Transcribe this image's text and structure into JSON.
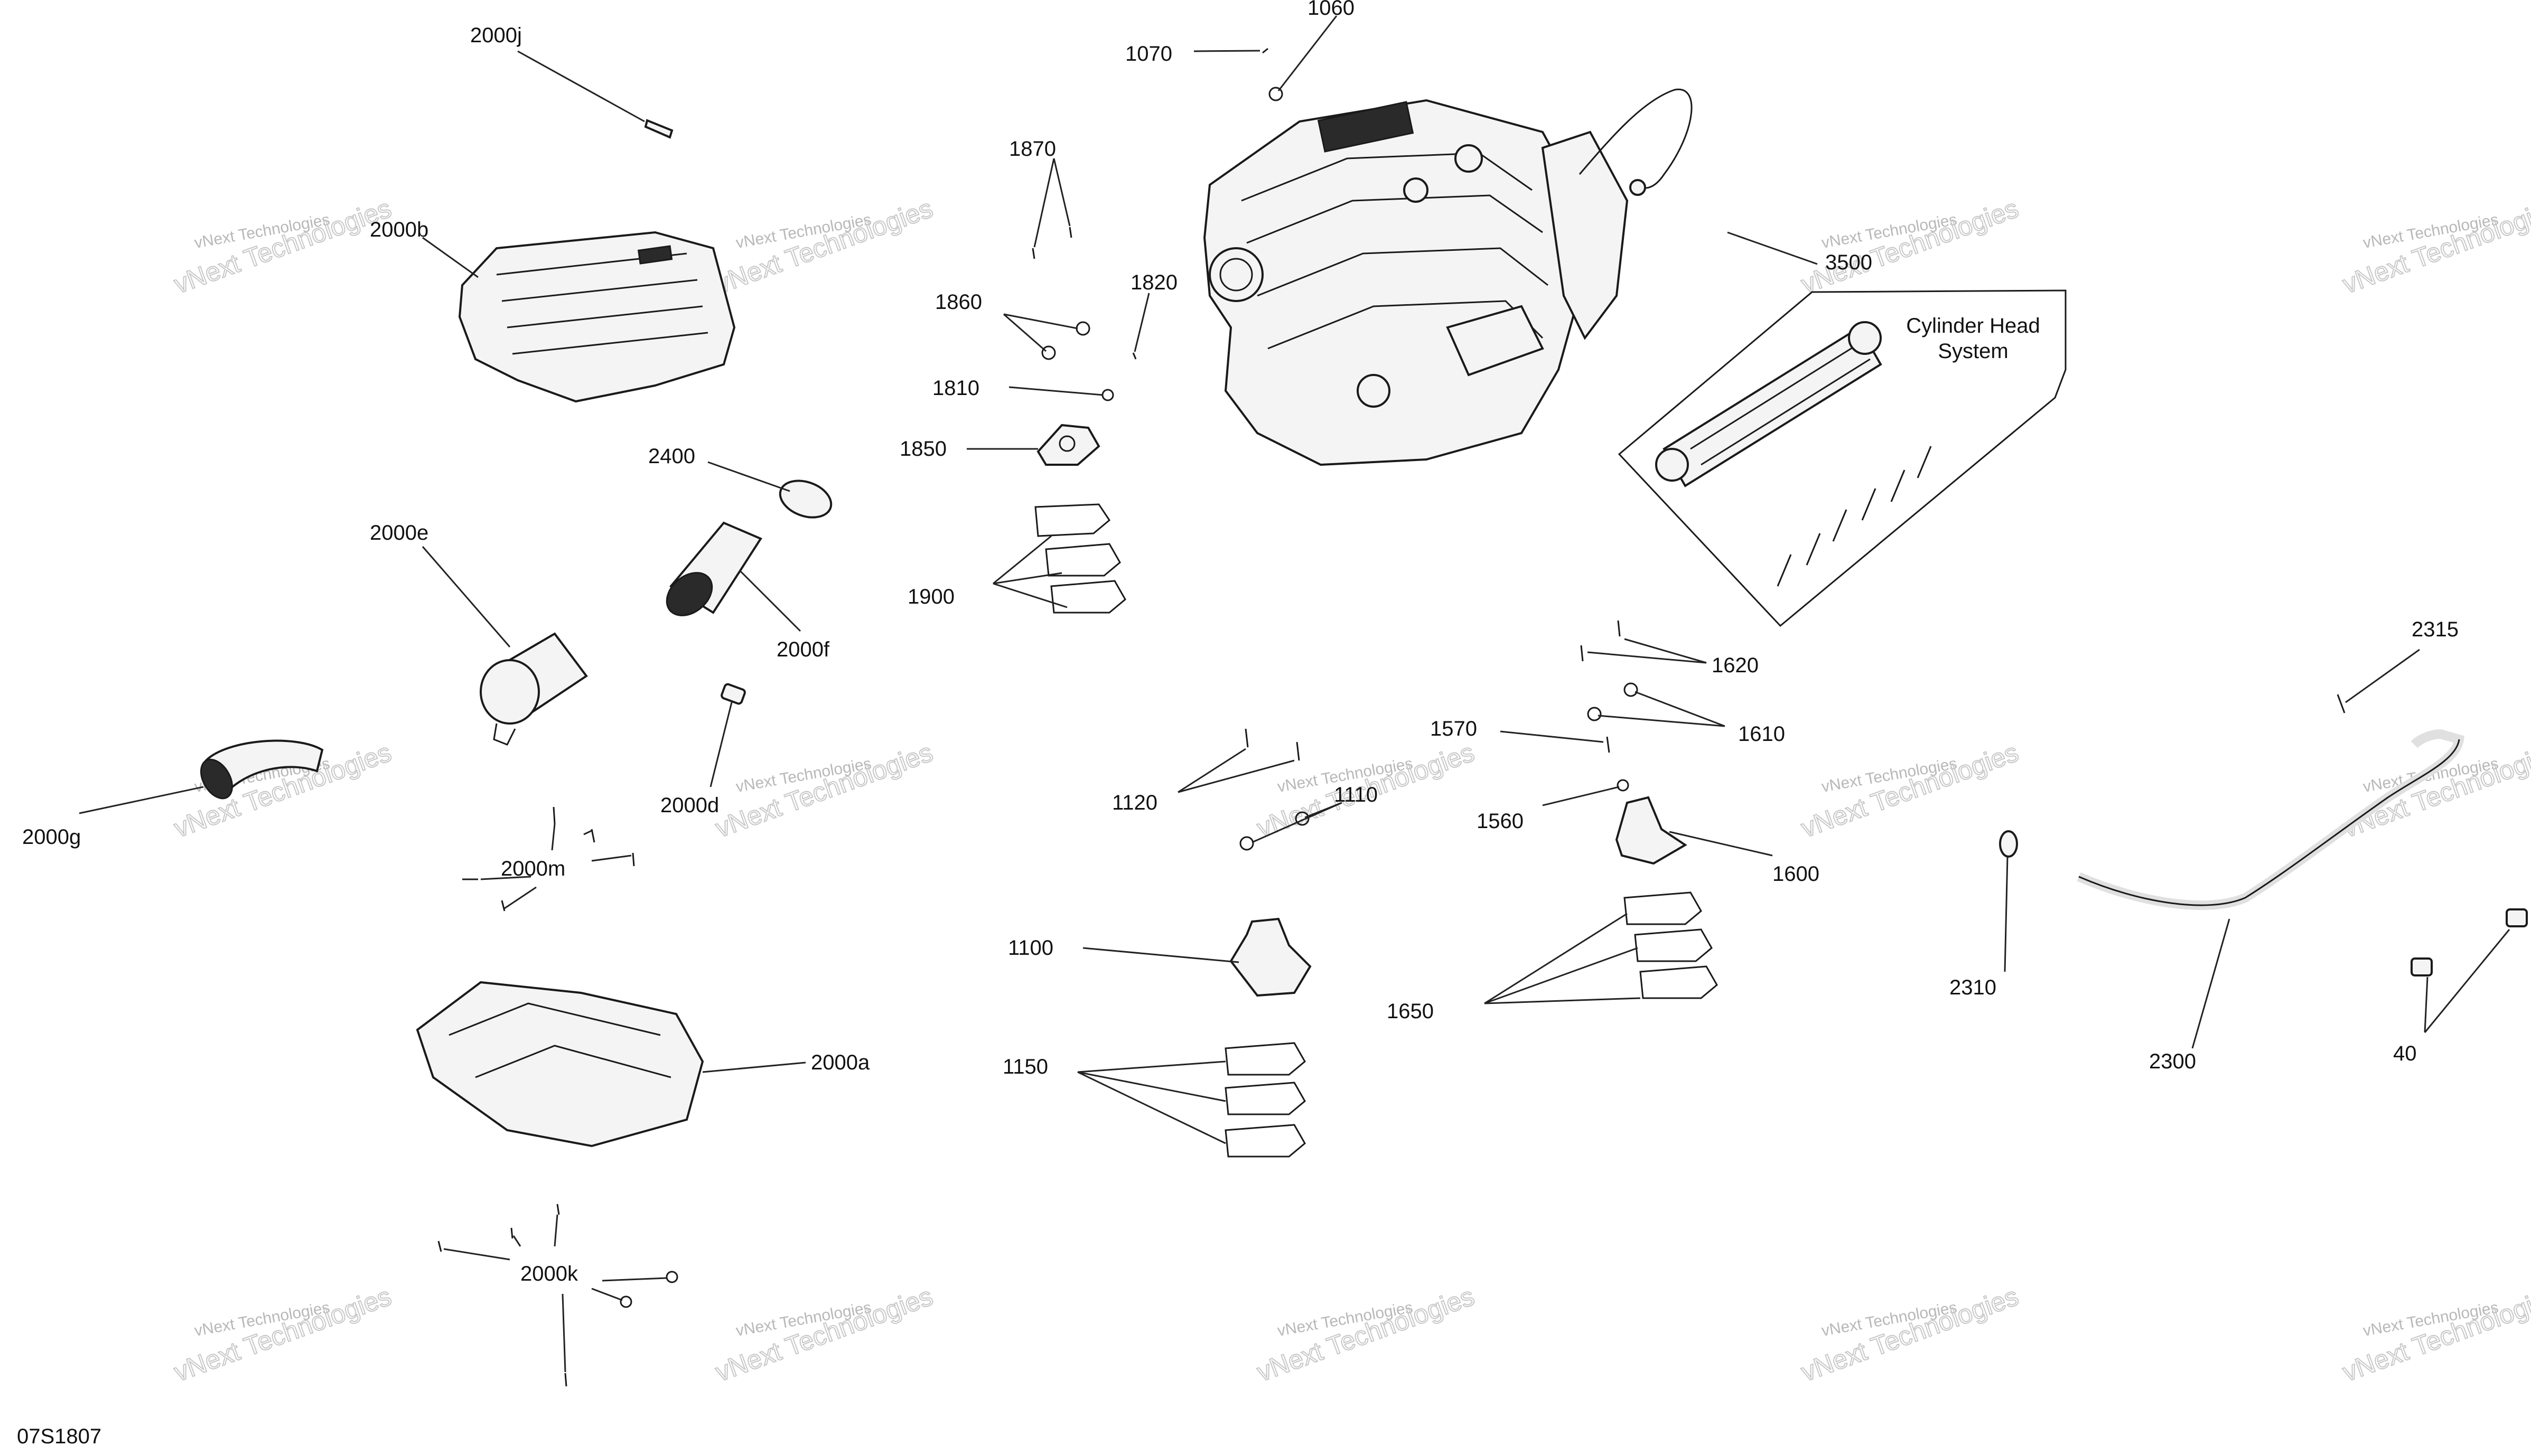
{
  "diagram": {
    "code": "07S1807",
    "subsystem_box_label": [
      "Cylinder Head",
      "System"
    ],
    "watermark": {
      "line1": "vNext Technologies",
      "line2": "vNext Technologies"
    },
    "callouts": [
      "2000j",
      "1060",
      "1070",
      "1870",
      "2000b",
      "1860",
      "1820",
      "3500",
      "1810",
      "1850",
      "2400",
      "2000e",
      "1900",
      "2000f",
      "1620",
      "2315",
      "1570",
      "1610",
      "2000d",
      "1120",
      "1110",
      "2000g",
      "1560",
      "2000m",
      "1600",
      "2310",
      "1100",
      "2000a",
      "1650",
      "2300",
      "40",
      "1150",
      "2000k"
    ]
  }
}
